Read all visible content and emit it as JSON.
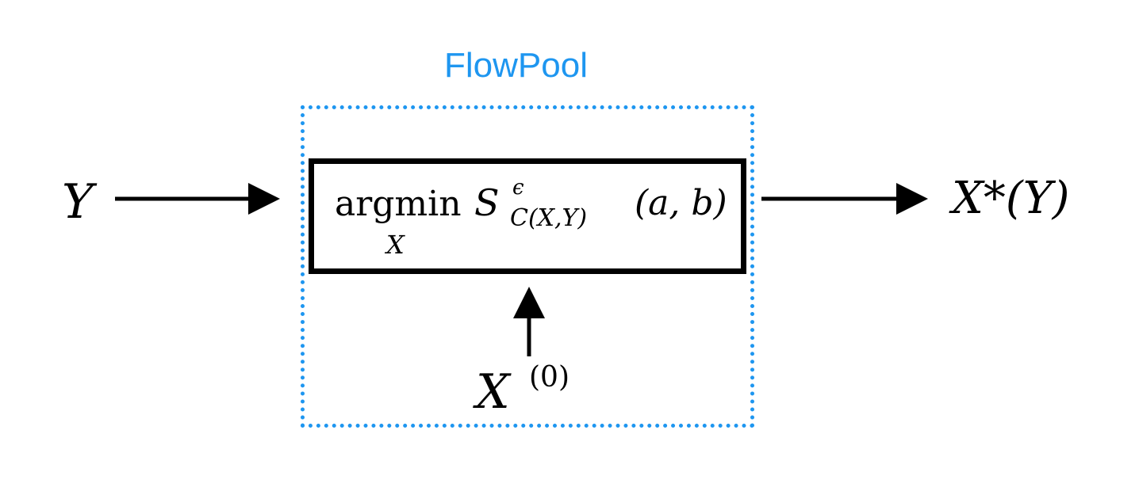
{
  "title": "FlowPool",
  "colors": {
    "accent": "#1e96f0",
    "box": "#000000"
  },
  "input": {
    "symbol": "Y"
  },
  "output": {
    "symbol": "X*(Y)"
  },
  "initial": {
    "base": "X",
    "superscript": "(0)"
  },
  "formula": {
    "operator": "argmin",
    "operator_subscript": "X",
    "function": "S",
    "function_superscript": "ϵ",
    "function_subscript": "C(X,Y)",
    "arguments": "(a, b)"
  }
}
